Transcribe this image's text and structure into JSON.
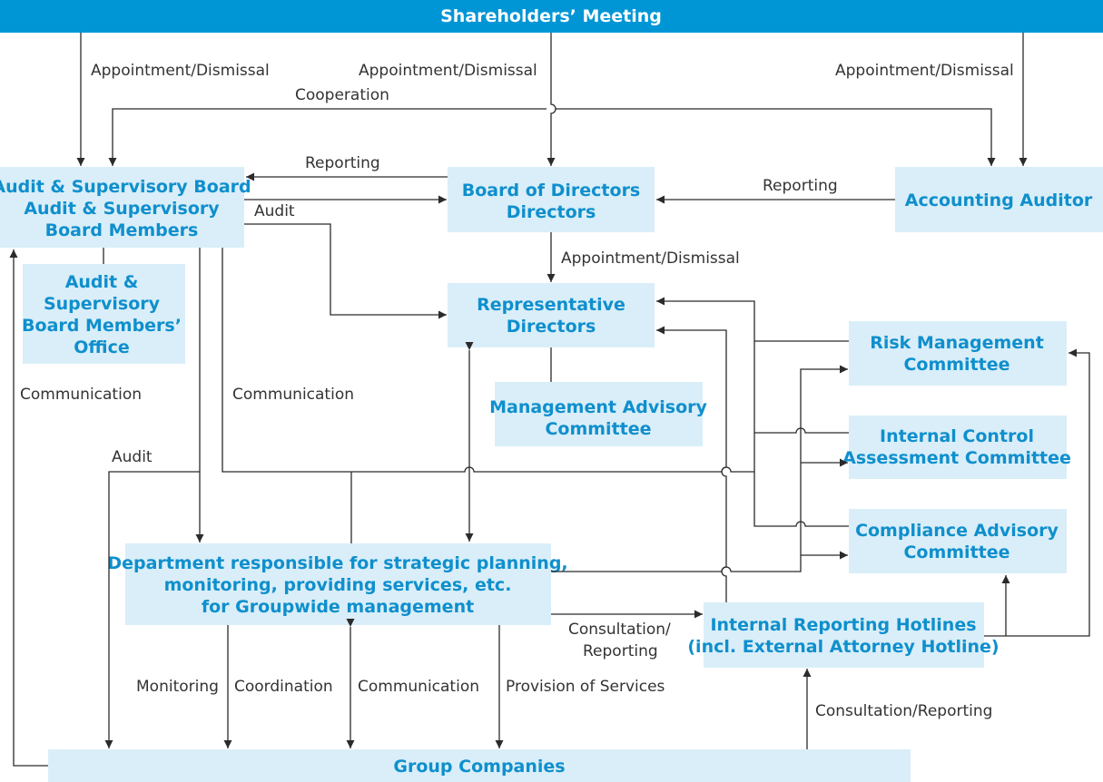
{
  "header": {
    "title": "Shareholders’ Meeting"
  },
  "boxes": {
    "audit_board": [
      "Audit & Supervisory Board",
      "Audit & Supervisory",
      "Board Members"
    ],
    "audit_office": [
      "Audit &",
      "Supervisory",
      "Board Members’",
      "Office"
    ],
    "board_of_directors": [
      "Board of Directors",
      "Directors"
    ],
    "accounting_auditor": [
      "Accounting Auditor"
    ],
    "representative_directors": [
      "Representative",
      "Directors"
    ],
    "management_advisory": [
      "Management Advisory",
      "Committee"
    ],
    "risk_management": [
      "Risk Management",
      "Committee"
    ],
    "internal_control": [
      "Internal Control",
      "Assessment Committee"
    ],
    "compliance_advisory": [
      "Compliance Advisory",
      "Committee"
    ],
    "strategic_department": [
      "Department responsible for strategic planning,",
      "monitoring, providing services, etc.",
      "for Groupwide management"
    ],
    "internal_reporting": [
      "Internal Reporting Hotlines",
      "(incl. External Attorney Hotline)"
    ],
    "group_companies": [
      "Group Companies"
    ]
  },
  "labels": {
    "appointment_1": "Appointment/Dismissal",
    "appointment_2": "Appointment/Dismissal",
    "appointment_3": "Appointment/Dismissal",
    "appointment_4": "Appointment/Dismissal",
    "cooperation": "Cooperation",
    "reporting_1": "Reporting",
    "reporting_2": "Reporting",
    "audit_1": "Audit",
    "audit_2": "Audit",
    "communication_1": "Communication",
    "communication_2": "Communication",
    "communication_3": "Communication",
    "monitoring": "Monitoring",
    "coordination": "Coordination",
    "provision": "Provision of Services",
    "consultation_1": "Consultation/",
    "consultation_1b": "Reporting",
    "consultation_2": "Consultation/Reporting"
  }
}
